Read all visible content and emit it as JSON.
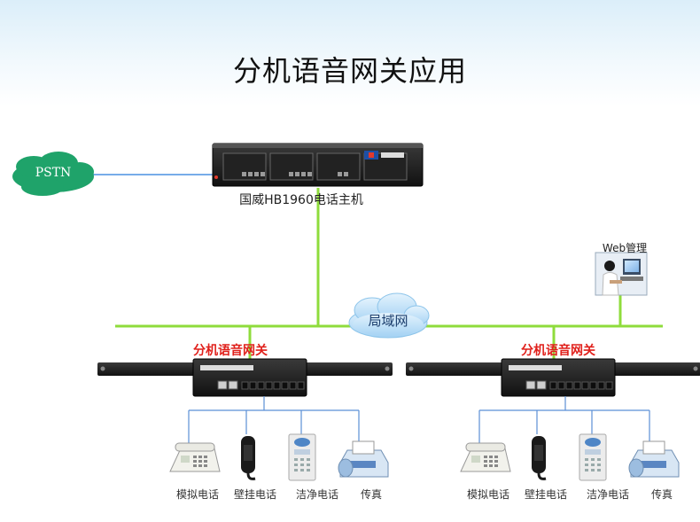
{
  "title": "分机语音网关应用",
  "pstn": {
    "label": "PSTN",
    "color": "#1fa36a"
  },
  "host": {
    "label": "国威HB1960电话主机",
    "brand": "国威"
  },
  "lan": {
    "label": "局域网"
  },
  "web_admin": {
    "label": "Web管理"
  },
  "gateways": [
    {
      "label": "分机语音网关",
      "devices": [
        {
          "label": "模拟电话",
          "icon": "desk-phone-icon"
        },
        {
          "label": "壁挂电话",
          "icon": "wall-phone-icon"
        },
        {
          "label": "洁净电话",
          "icon": "clean-phone-icon"
        },
        {
          "label": "传真",
          "icon": "fax-icon"
        }
      ]
    },
    {
      "label": "分机语音网关",
      "devices": [
        {
          "label": "模拟电话",
          "icon": "desk-phone-icon"
        },
        {
          "label": "壁挂电话",
          "icon": "wall-phone-icon"
        },
        {
          "label": "洁净电话",
          "icon": "clean-phone-icon"
        },
        {
          "label": "传真",
          "icon": "fax-icon"
        }
      ]
    }
  ],
  "colors": {
    "lan_line": "#8fdc3c",
    "phone_line": "#5b8fd6",
    "pstn_line": "#4a90e2",
    "gateway_label": "#e0201b"
  }
}
